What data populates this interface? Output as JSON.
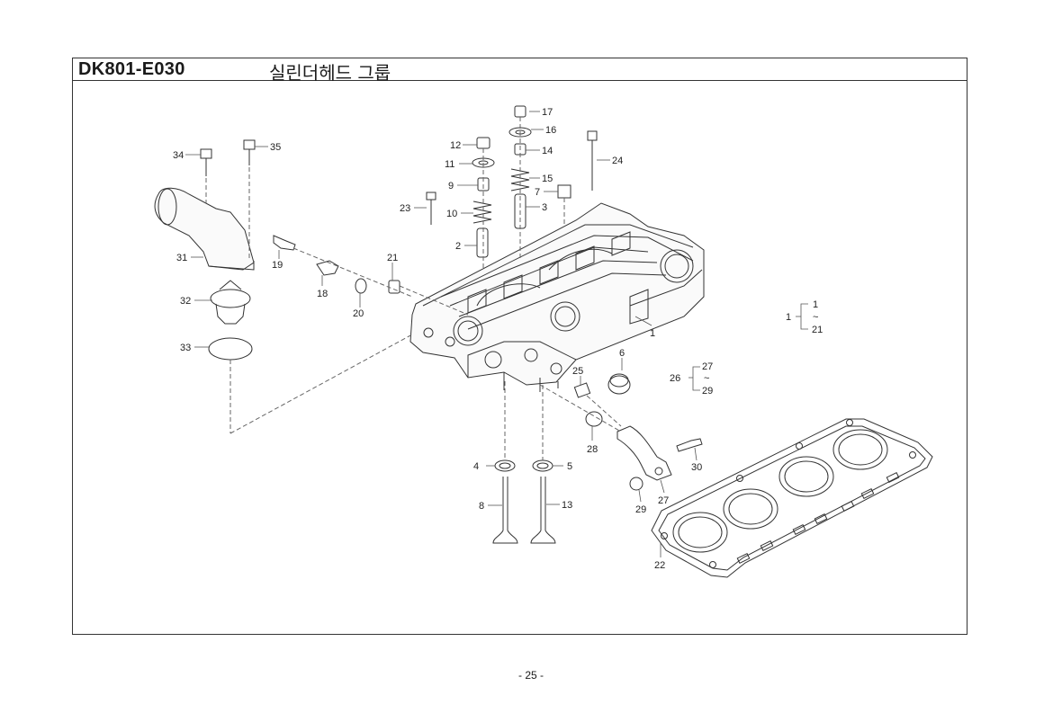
{
  "header": {
    "code": "DK801-E030",
    "title": "실린더헤드 그룹"
  },
  "callouts": {
    "c1": "1",
    "c2": "2",
    "c3": "3",
    "c4": "4",
    "c5": "5",
    "c6": "6",
    "c7": "7",
    "c8": "8",
    "c9": "9",
    "c10": "10",
    "c11": "11",
    "c12": "12",
    "c13": "13",
    "c14": "14",
    "c15": "15",
    "c16": "16",
    "c17": "17",
    "c18": "18",
    "c19": "19",
    "c20": "20",
    "c21": "21",
    "c22": "22",
    "c23": "23",
    "c24": "24",
    "c25": "25",
    "c26": "26",
    "c27": "27",
    "c28": "28",
    "c29": "29",
    "c30": "30",
    "c31": "31",
    "c32": "32",
    "c33": "33",
    "c34": "34",
    "c35": "35"
  },
  "ranges": {
    "r1": {
      "main": "1",
      "from": "1",
      "tilde": "~",
      "to": "21"
    },
    "r2": {
      "main": "26",
      "from": "27",
      "tilde": "~",
      "to": "29"
    }
  },
  "footer": {
    "page": "- 25 -"
  }
}
